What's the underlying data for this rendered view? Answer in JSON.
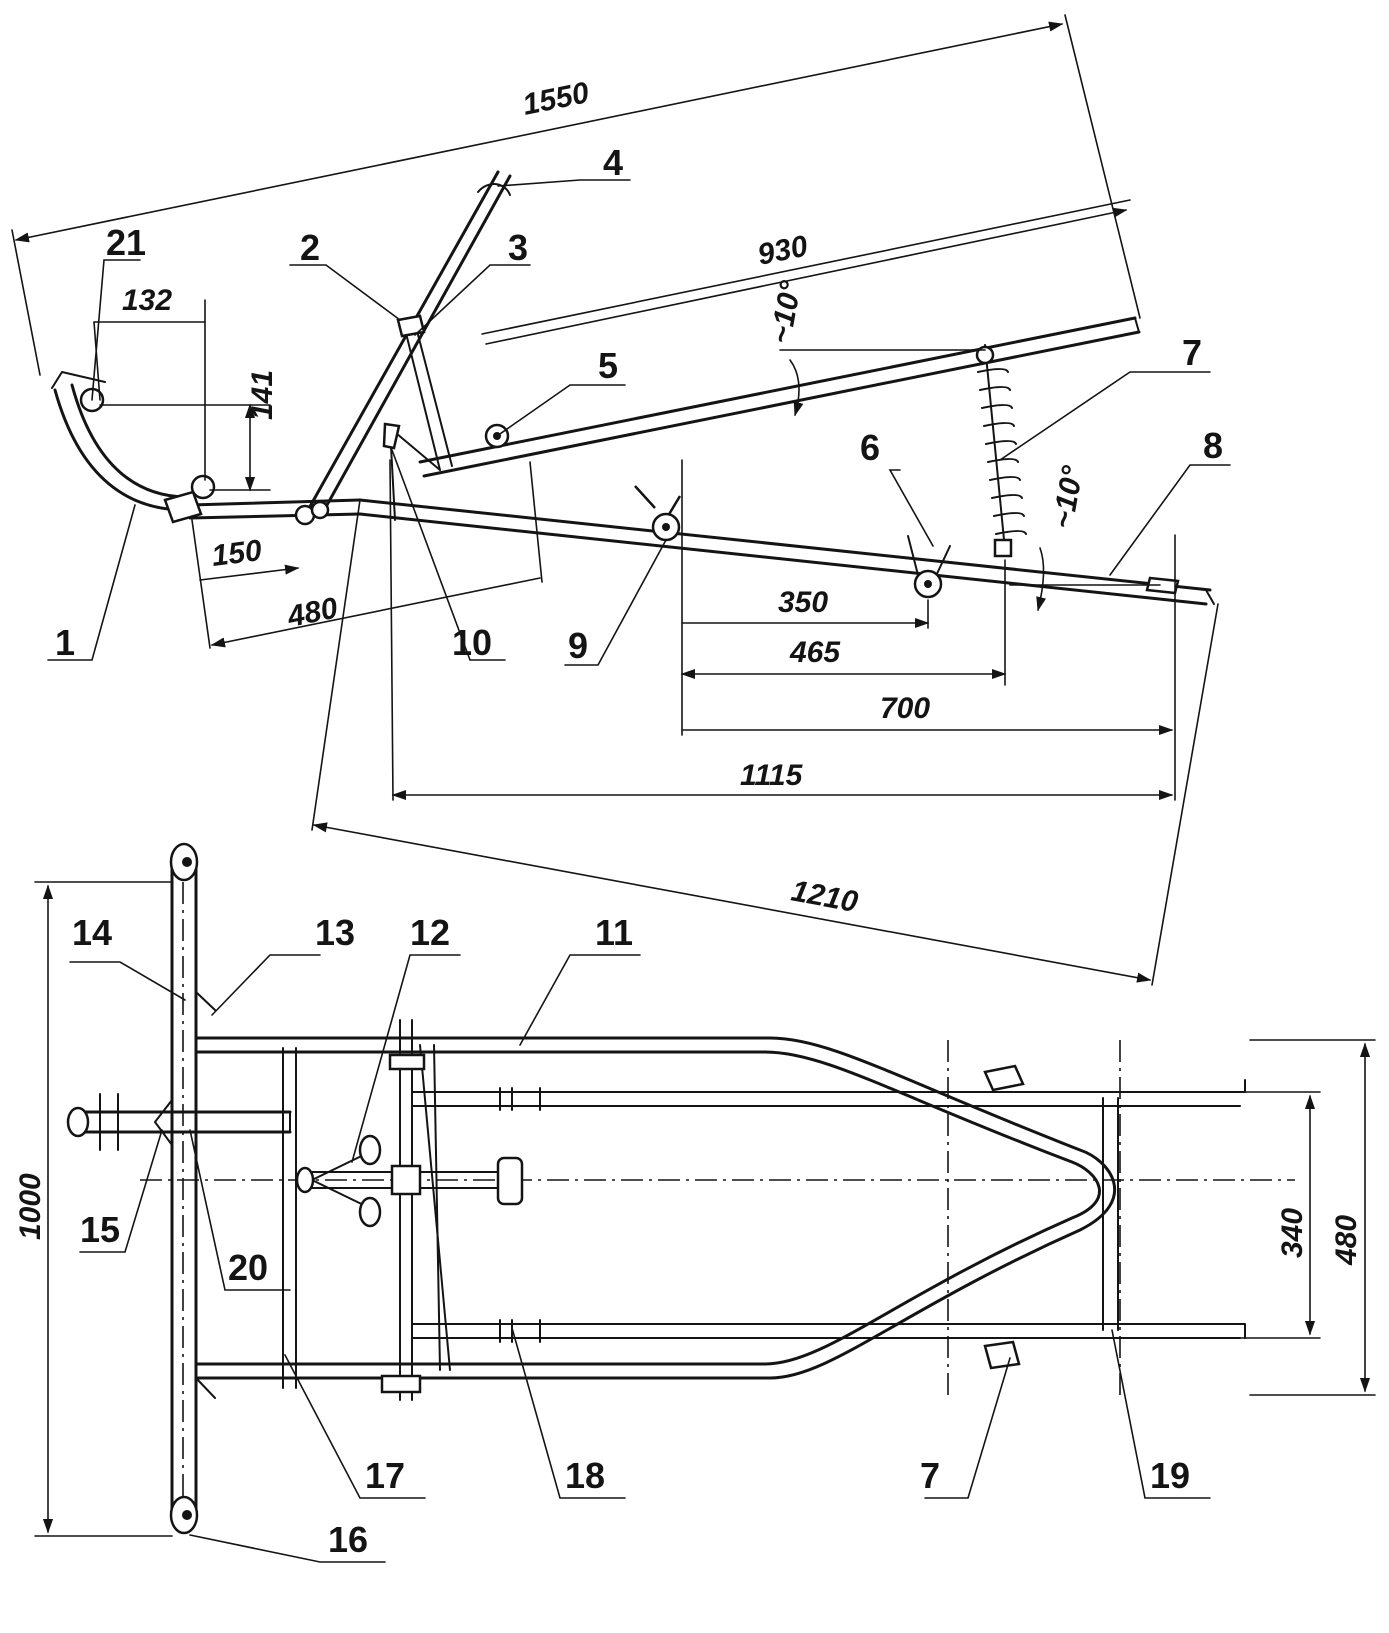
{
  "side_view": {
    "dimensions": {
      "d1550": "1550",
      "d930": "930",
      "d132": "132",
      "d141": "141",
      "d150": "150",
      "d480": "480",
      "d350": "350",
      "d465": "465",
      "d700": "700",
      "d1115": "1115",
      "d1210": "1210",
      "angle_a": "~10°",
      "angle_b": "~10°"
    },
    "callouts": [
      "1",
      "2",
      "3",
      "4",
      "5",
      "6",
      "7",
      "8",
      "9",
      "10",
      "21"
    ]
  },
  "top_view": {
    "dimensions": {
      "d1000": "1000",
      "d340": "340",
      "d480": "480"
    },
    "callouts": [
      "11",
      "12",
      "13",
      "14",
      "15",
      "16",
      "17",
      "18",
      "19",
      "20",
      "7"
    ]
  },
  "colors": {
    "ink": "#141414",
    "paper": "#ffffff"
  }
}
